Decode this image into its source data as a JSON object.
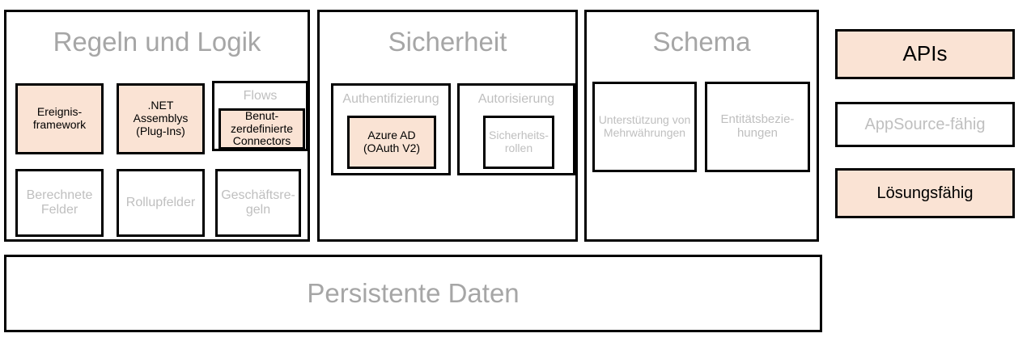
{
  "diagram": {
    "title_color": "#A6A6A6",
    "accent_fill": "#FAE3D4",
    "muted_text": "#BFBFBF",
    "border_color": "#000000"
  },
  "groups": [
    {
      "id": "regeln-und-logik",
      "title": "Regeln und Logik",
      "items": [
        {
          "id": "ereignisframework",
          "label": "Ereignis-\nframework",
          "filled": true,
          "muted": false
        },
        {
          "id": "net-assemblys",
          "label": ".NET Assemblys\n(Plug-Ins)",
          "filled": true,
          "muted": false
        },
        {
          "id": "flows",
          "label": "Flows",
          "filled": false,
          "muted": true,
          "child": {
            "id": "benutzerdefinierte-connectors",
            "label": "Benut-\nzerdefinierte\nConnectors",
            "filled": true,
            "muted": false
          }
        },
        {
          "id": "berechnete-felder",
          "label": "Berechnete\nFelder",
          "filled": false,
          "muted": true
        },
        {
          "id": "rollupfelder",
          "label": "Rollupfelder",
          "filled": false,
          "muted": true
        },
        {
          "id": "geschaeftsregeln",
          "label": "Geschäftsre-\ngeln",
          "filled": false,
          "muted": true
        }
      ]
    },
    {
      "id": "sicherheit",
      "title": "Sicherheit",
      "items": [
        {
          "id": "authentifizierung",
          "label": "Authentifizierung",
          "filled": false,
          "muted": true,
          "child": {
            "id": "azure-ad",
            "label": "Azure AD\n(OAuth V2)",
            "filled": true,
            "muted": false
          }
        },
        {
          "id": "autorisierung",
          "label": "Autorisierung",
          "filled": false,
          "muted": true,
          "child": {
            "id": "sicherheitsrollen",
            "label": "Sicherheits-\nrollen",
            "filled": false,
            "muted": true
          }
        }
      ]
    },
    {
      "id": "schema",
      "title": "Schema",
      "items": [
        {
          "id": "mehrwaehrungen",
          "label": "Unterstützung von\nMehrwährungen",
          "filled": false,
          "muted": true
        },
        {
          "id": "entitaetsbeziehungen",
          "label": "Entitätsbezie-\nhungen",
          "filled": false,
          "muted": true
        }
      ]
    }
  ],
  "side_boxes": [
    {
      "id": "apis",
      "label": "APIs",
      "filled": true,
      "muted": false
    },
    {
      "id": "appsource-faehig",
      "label": "AppSource-fähig",
      "filled": false,
      "muted": true
    },
    {
      "id": "loesungsfaehig",
      "label": "Lösungsfähig",
      "filled": true,
      "muted": false
    }
  ],
  "footer_box": {
    "id": "persistente-daten",
    "label": "Persistente Daten",
    "filled": false,
    "muted": true
  }
}
